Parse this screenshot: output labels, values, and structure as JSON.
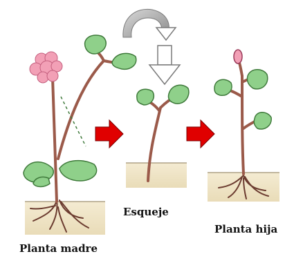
{
  "labels": {
    "mother_plant": "Planta madre",
    "cutting": "Esqueje",
    "daughter_plant": "Planta hija"
  },
  "colors": {
    "stem": "#9b5a4a",
    "leaf": "#8fd08a",
    "leaf_outline": "#3f7a3b",
    "flower": "#f2a0b6",
    "soil": "#efe3c4",
    "roots": "#6b3b2f",
    "arrow": "#e00000",
    "curved_arrow": "#bdbdbd"
  }
}
